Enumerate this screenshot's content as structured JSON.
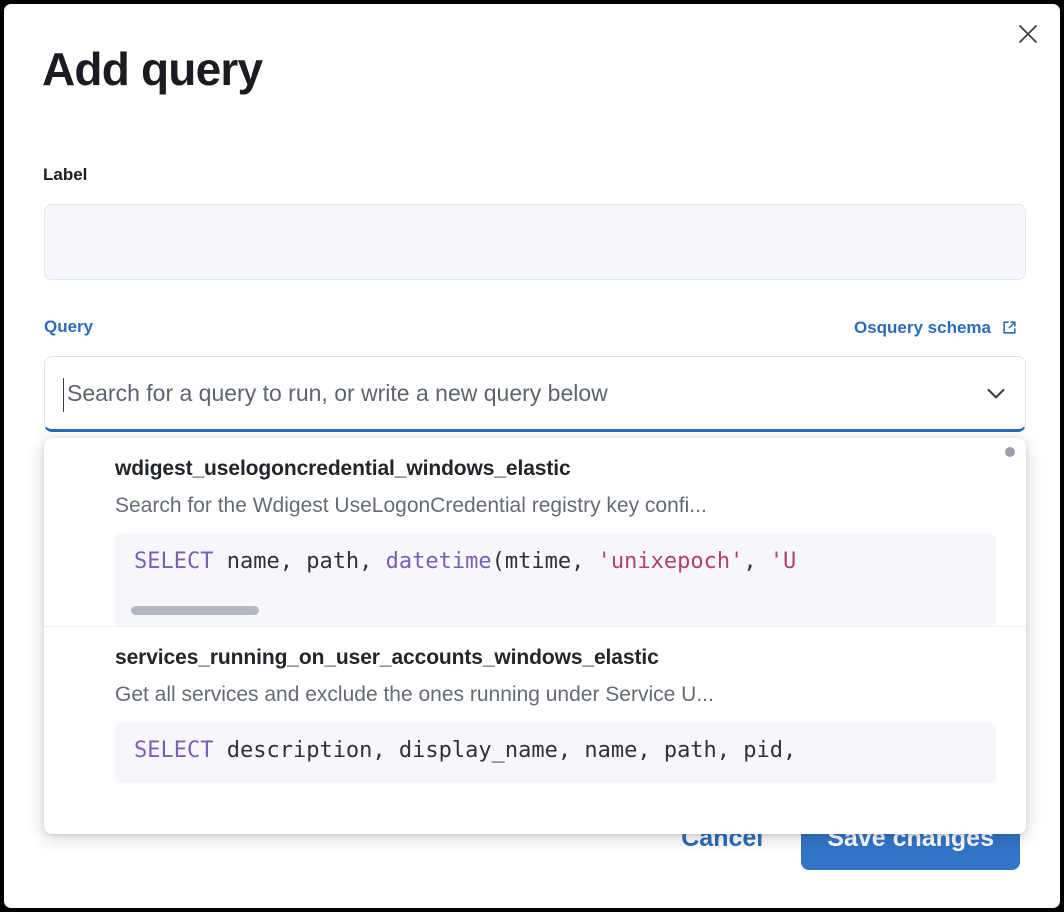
{
  "modal": {
    "title": "Add query",
    "close_icon": "close-icon"
  },
  "label_field": {
    "label": "Label",
    "value": "",
    "placeholder": ""
  },
  "query_section": {
    "label": "Query",
    "schema_link": "Osquery schema",
    "schema_link_icon": "external-link-icon",
    "combobox": {
      "value": "",
      "placeholder": "Search for a query to run, or write a new query below",
      "arrow_icon": "chevron-down-icon"
    }
  },
  "dropdown": {
    "options": [
      {
        "title": "wdigest_uselogoncredential_windows_elastic",
        "description": "Search for the Wdigest UseLogonCredential registry key confi...",
        "code_parts": [
          {
            "t": "SELECT",
            "c": "kw"
          },
          {
            "t": " name, path, ",
            "c": ""
          },
          {
            "t": "datetime",
            "c": "fn"
          },
          {
            "t": "(mtime, ",
            "c": ""
          },
          {
            "t": "'unixepoch'",
            "c": "str"
          },
          {
            "t": ", ",
            "c": ""
          },
          {
            "t": "'U",
            "c": "str"
          }
        ],
        "has_hscrollbar": true
      },
      {
        "title": "services_running_on_user_accounts_windows_elastic",
        "description": "Get all services and exclude the ones running under Service U...",
        "code_parts": [
          {
            "t": "SELECT",
            "c": "kw"
          },
          {
            "t": " description, display_name, name, path, pid,",
            "c": ""
          }
        ],
        "has_hscrollbar": false
      }
    ]
  },
  "footer": {
    "cancel_label": "Cancel",
    "save_label": "Save changes",
    "save_color": "#3275c7"
  }
}
